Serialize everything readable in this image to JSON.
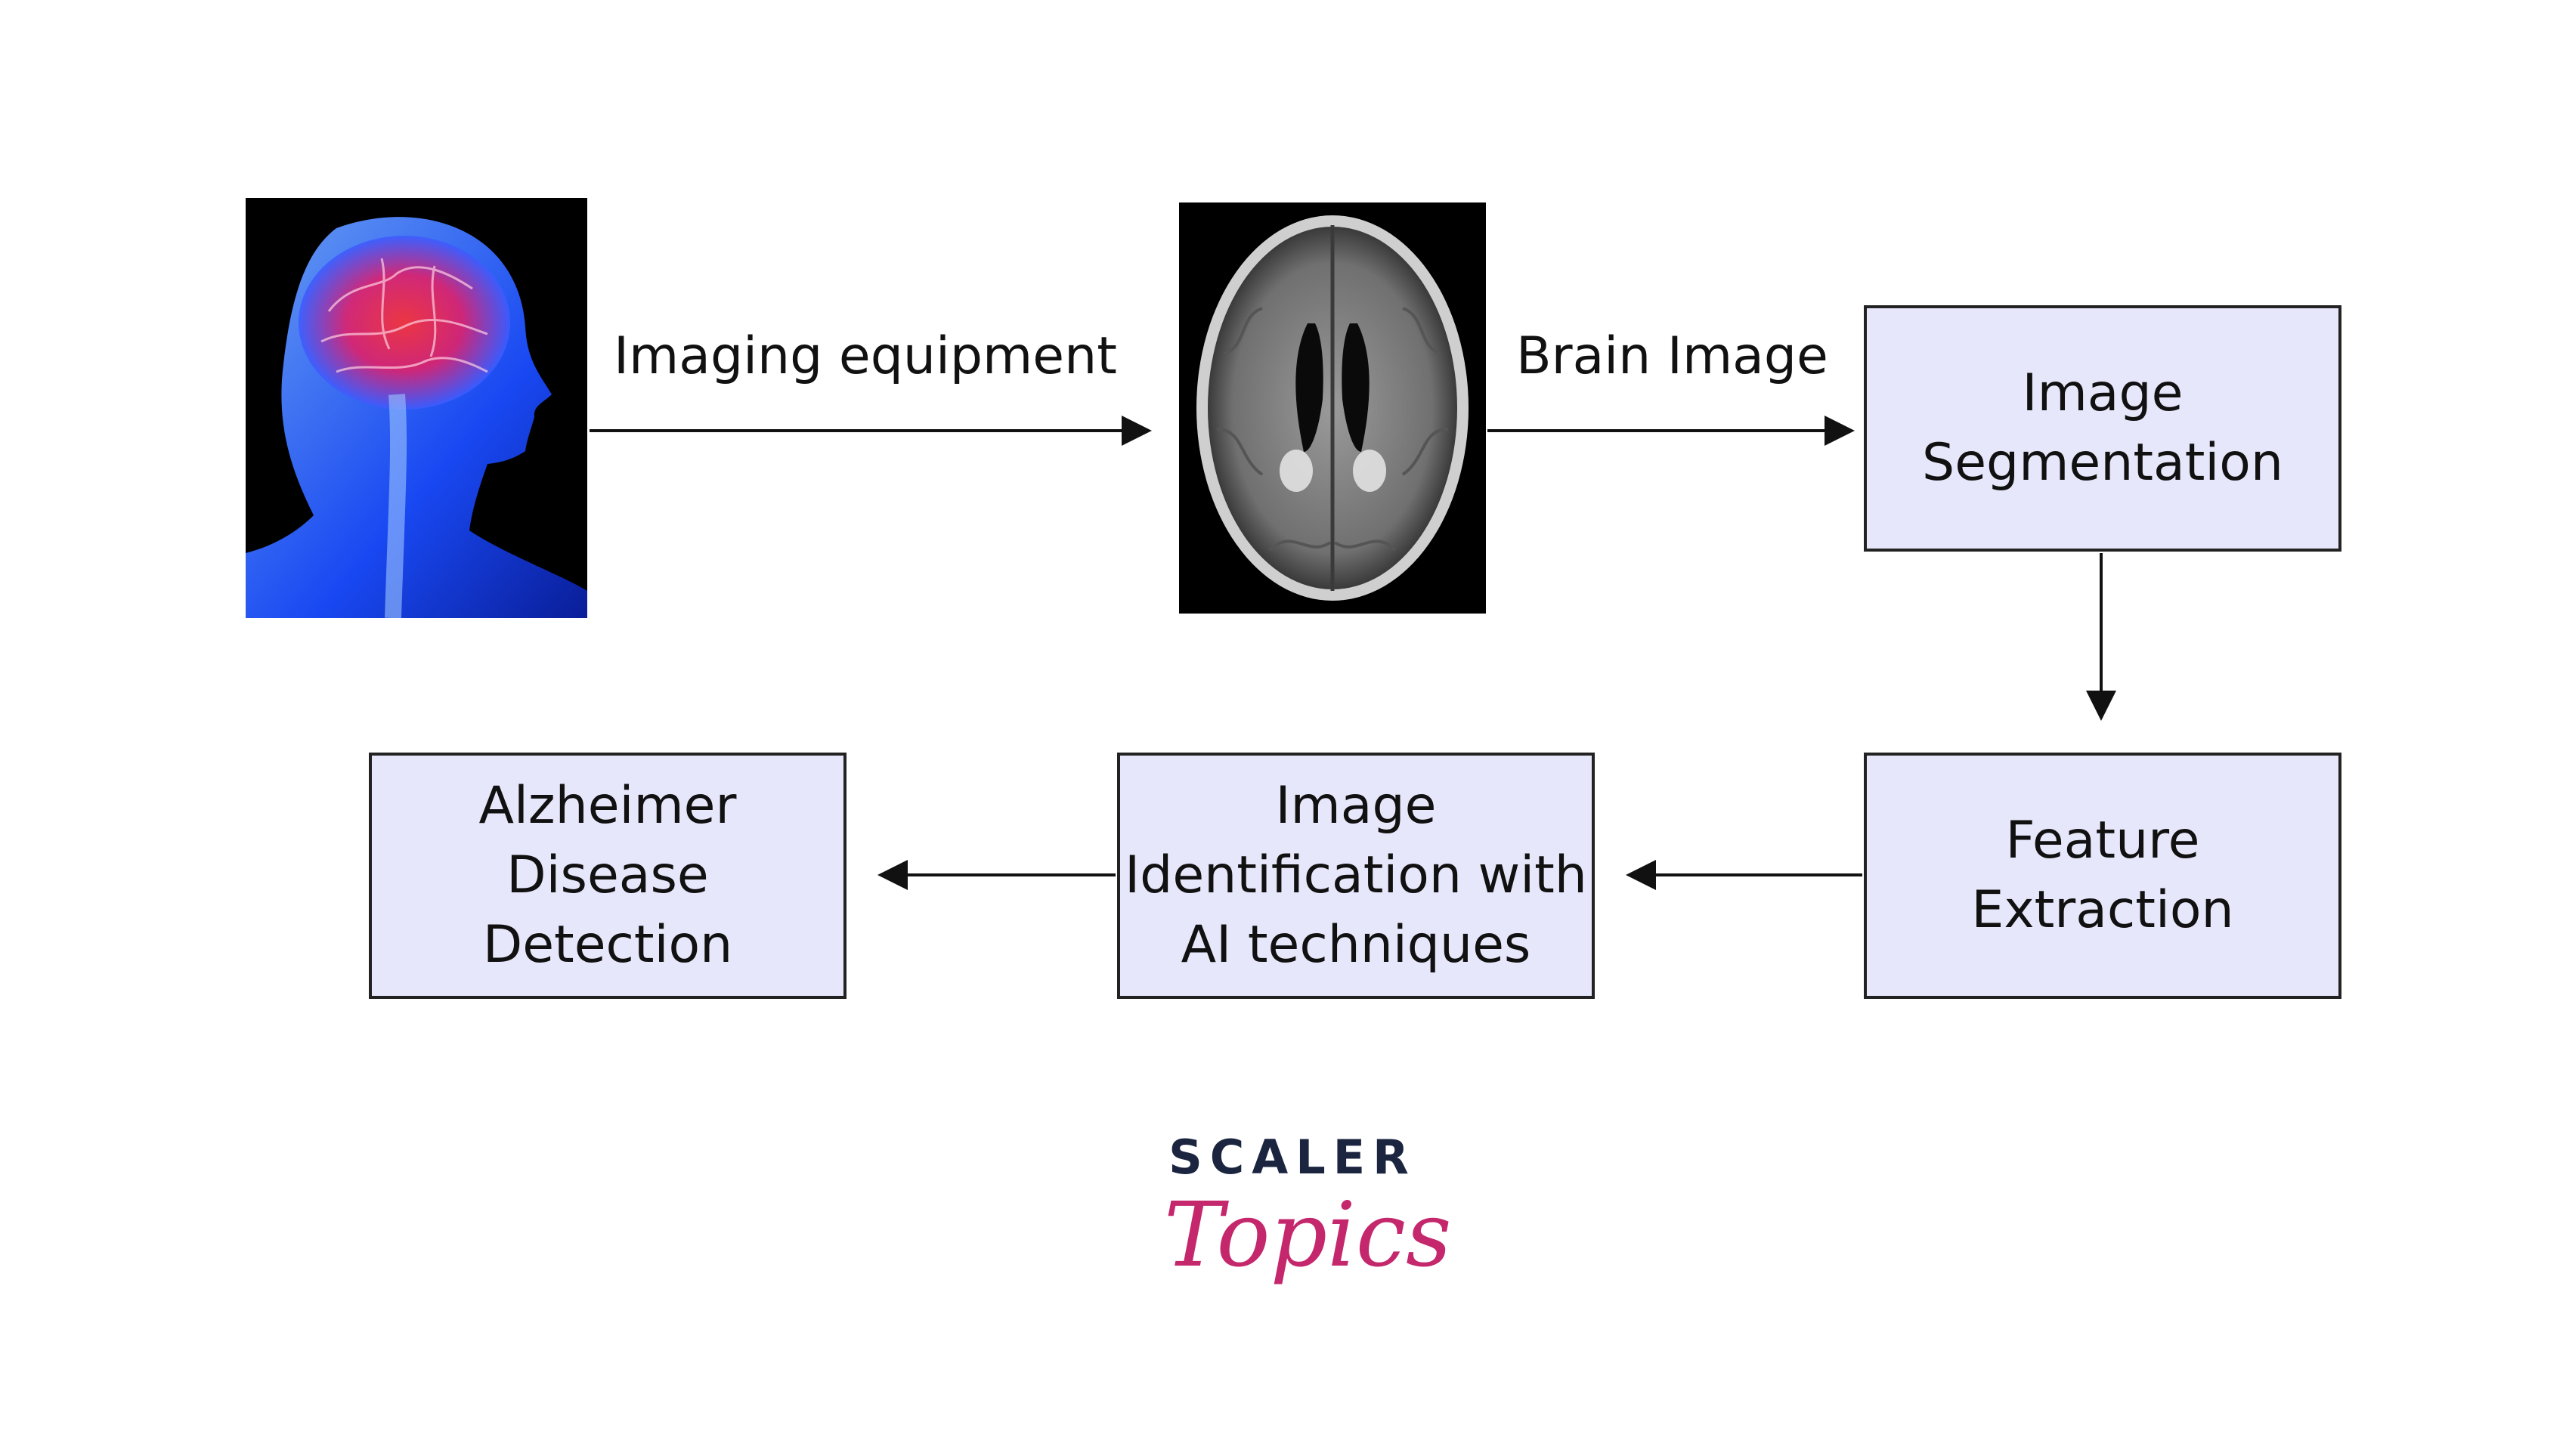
{
  "nodes": {
    "segmentation": [
      "Image",
      "Segmentation"
    ],
    "feature": [
      "Feature",
      "Extraction"
    ],
    "identification": [
      "Image",
      "Identification with",
      "AI techniques"
    ],
    "alzheimer": [
      "Alzheimer",
      "Disease",
      "Detection"
    ]
  },
  "edges": {
    "imaging_equipment": "Imaging equipment",
    "brain_image": "Brain Image"
  },
  "icons": {
    "head": "human-head-brain-icon",
    "mri": "brain-mri-scan-icon"
  },
  "colors": {
    "box_fill": "#e7e7fb",
    "box_border": "#222222",
    "brand_dark": "#1b2540",
    "brand_pink": "#c4276c"
  },
  "brand": {
    "line1": "SCALER",
    "line2": "Topics"
  }
}
